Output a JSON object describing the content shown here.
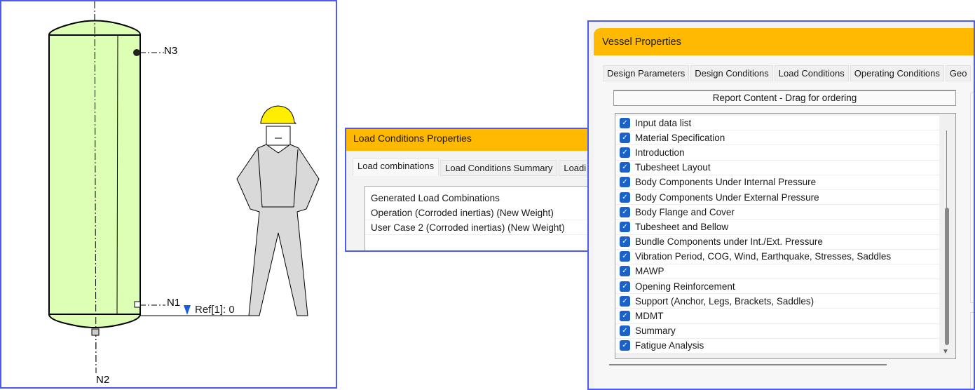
{
  "drawing": {
    "nozzles": [
      "N3",
      "N1",
      "N2"
    ],
    "reference_label": "Ref[1]: 0",
    "colors": {
      "vessel_fill": "#dcffb4",
      "helmet": "#ffee00",
      "person": "#d9d9d9",
      "ref_marker": "#1a5fd6"
    }
  },
  "load_conditions": {
    "title": "Load Conditions Properties",
    "tabs": [
      "Load combinations",
      "Load Conditions Summary",
      "Loadi"
    ],
    "active_tab": "Load combinations",
    "heading": "Generated Load Combinations",
    "items": [
      "Operation (Corroded inertias) (New Weight)",
      "User Case 2 (Corroded inertias) (New Weight)"
    ]
  },
  "vessel_properties": {
    "title": "Vessel Properties",
    "tabs": [
      "Design Parameters",
      "Design Conditions",
      "Load Conditions",
      "Operating Conditions",
      "Geo"
    ],
    "report_header": "Report Content - Drag for ordering",
    "report_items": [
      "Input data list",
      "Material Specification",
      "Introduction",
      "Tubesheet Layout",
      "Body Components Under Internal Pressure",
      "Body Components Under External Pressure",
      "Body Flange and Cover",
      "Tubesheet and Bellow",
      "Bundle Components under Int./Ext. Pressure",
      "Vibration Period, COG, Wind, Earthquake, Stresses, Saddles",
      "MAWP",
      "Opening Reinforcement",
      "Support (Anchor, Legs, Brackets, Saddles)",
      "MDMT",
      "Summary",
      "Fatigue Analysis"
    ],
    "check_glyph": "✓"
  },
  "accent": "#ffb900",
  "frame": "#4a5cf5"
}
